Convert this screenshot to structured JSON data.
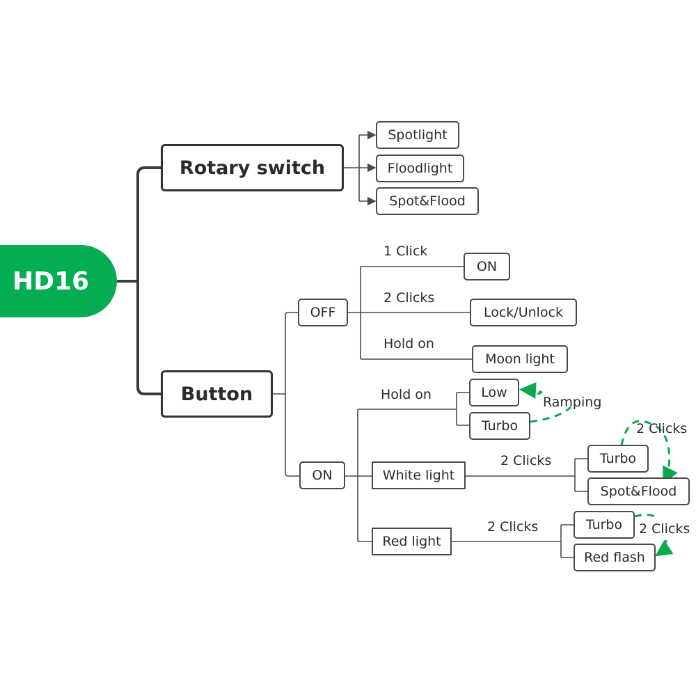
{
  "root": {
    "label": "HD16",
    "color": "#04ad52"
  },
  "rotary": {
    "label": "Rotary switch",
    "modes": [
      "Spotlight",
      "Floodlight",
      "Spot&Flood"
    ]
  },
  "button": {
    "label": "Button",
    "off": {
      "label": "OFF",
      "actions": [
        {
          "trigger": "1 Click",
          "result": "ON"
        },
        {
          "trigger": "2 Clicks",
          "result": "Lock/Unlock"
        },
        {
          "trigger": "Hold on",
          "result": "Moon light"
        }
      ]
    },
    "on": {
      "label": "ON",
      "hold": {
        "trigger": "Hold on",
        "results": [
          "Low",
          "Turbo"
        ],
        "cycle_label": "Ramping"
      },
      "white": {
        "label": "White light",
        "trigger": "2 Clicks",
        "results": [
          "Turbo",
          "Spot&Flood"
        ],
        "cycle_label": "2 Clicks"
      },
      "red": {
        "label": "Red light",
        "trigger": "2 Clicks",
        "results": [
          "Turbo",
          "Red flash"
        ],
        "cycle_label": "2 Clicks"
      }
    }
  },
  "colors": {
    "line": "#4a4a4a",
    "accent_arrow": "#0aaa4c"
  }
}
